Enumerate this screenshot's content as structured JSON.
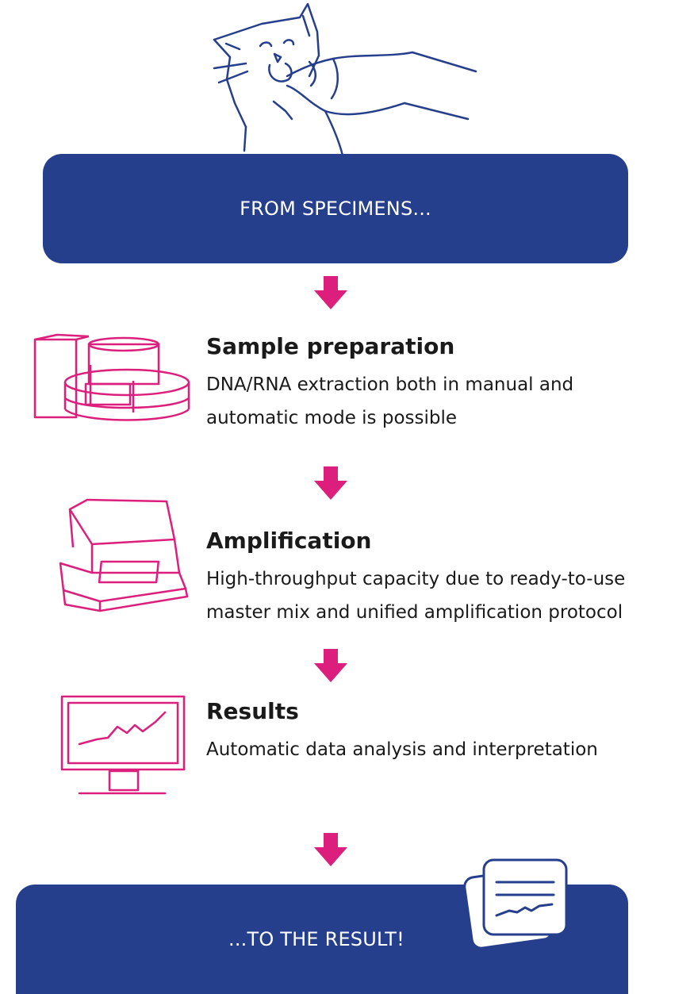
{
  "colors": {
    "banner": "#263f8d",
    "accent": "#dc1f7c",
    "illustration_line": "#263f8d",
    "text": "#1a1a1a"
  },
  "top_banner": {
    "label": "FROM SPECIMENS..."
  },
  "steps": [
    {
      "icon": "extraction-machine-icon",
      "title": "Sample preparation",
      "description_lines": [
        "DNA/RNA extraction both in manual and",
        "automatic mode is possible"
      ]
    },
    {
      "icon": "thermocycler-icon",
      "title": "Amplification",
      "description_lines": [
        "High-throughput capacity due to ready-to-use",
        "master mix and unified amplification protocol"
      ]
    },
    {
      "icon": "monitor-chart-icon",
      "title": "Results",
      "description_lines": [
        "Automatic data analysis and interpretation"
      ]
    }
  ],
  "bottom_banner": {
    "label": "...TO THE RESULT!"
  }
}
